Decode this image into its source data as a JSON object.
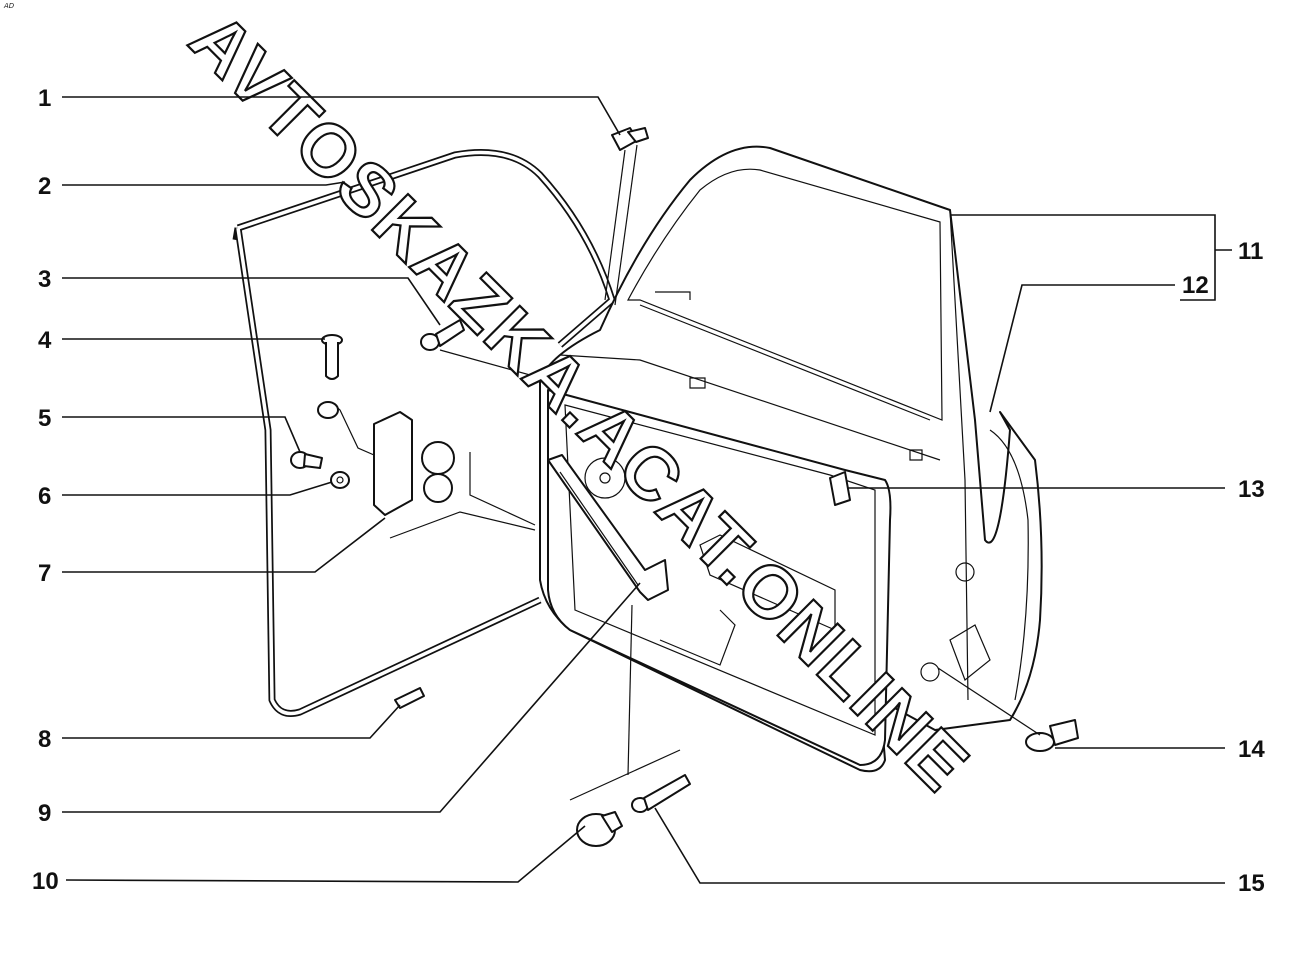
{
  "corner_mark": "AD",
  "watermark": "AVTOSKAZKA.ACAT.ONLINE",
  "callouts": [
    {
      "id": "1",
      "label": "1"
    },
    {
      "id": "2",
      "label": "2"
    },
    {
      "id": "3",
      "label": "3"
    },
    {
      "id": "4",
      "label": "4"
    },
    {
      "id": "5",
      "label": "5"
    },
    {
      "id": "6",
      "label": "6"
    },
    {
      "id": "7",
      "label": "7"
    },
    {
      "id": "8",
      "label": "8"
    },
    {
      "id": "9",
      "label": "9"
    },
    {
      "id": "10",
      "label": "10"
    },
    {
      "id": "11",
      "label": "11"
    },
    {
      "id": "12",
      "label": "12"
    },
    {
      "id": "13",
      "label": "13"
    },
    {
      "id": "14",
      "label": "14"
    },
    {
      "id": "15",
      "label": "15"
    }
  ]
}
